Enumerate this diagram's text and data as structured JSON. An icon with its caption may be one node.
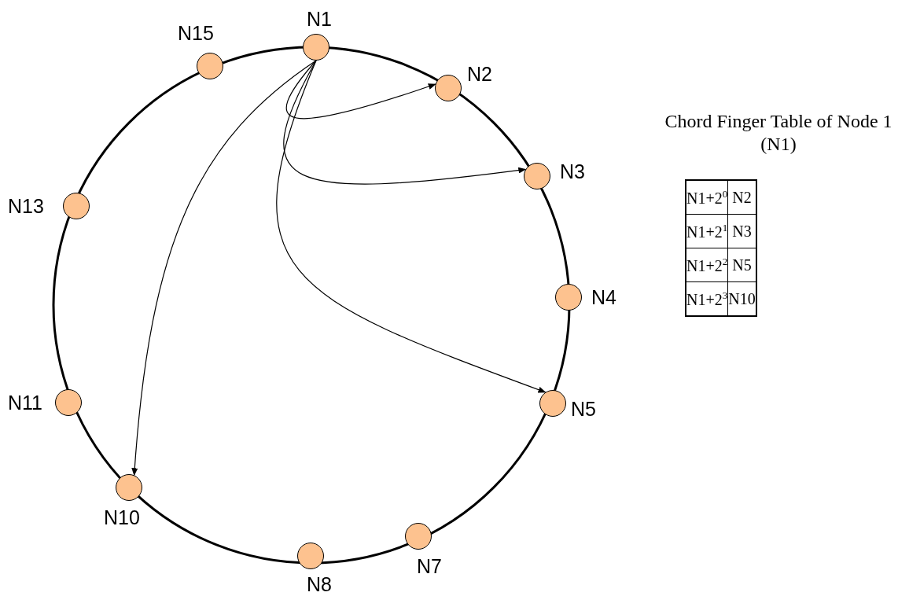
{
  "diagram": {
    "nodes": [
      {
        "text": [],
        "shape": "circle",
        "beside": [
          "N1"
        ]
      },
      {
        "text": [],
        "shape": "circle",
        "beside": [
          "N2"
        ]
      },
      {
        "text": [],
        "shape": "circle",
        "beside": [
          "N3"
        ]
      },
      {
        "text": [],
        "shape": "circle",
        "beside": [
          "N4"
        ]
      },
      {
        "text": [],
        "shape": "circle",
        "beside": [
          "N5"
        ]
      },
      {
        "text": [],
        "shape": "circle",
        "beside": [
          "N7"
        ]
      },
      {
        "text": [],
        "shape": "circle",
        "beside": [
          "N8"
        ]
      },
      {
        "text": [],
        "shape": "circle",
        "beside": [
          "N10"
        ]
      },
      {
        "text": [],
        "shape": "circle",
        "beside": [
          "N11"
        ]
      },
      {
        "text": [],
        "shape": "circle",
        "beside": [
          "N13"
        ]
      },
      {
        "text": [],
        "shape": "circle",
        "beside": [
          "N15"
        ]
      }
    ],
    "edges": [
      {
        "from": 0,
        "to": 1,
        "arrow": "to"
      },
      {
        "from": 0,
        "to": 2,
        "arrow": "to"
      },
      {
        "from": 0,
        "to": 4,
        "arrow": "to"
      },
      {
        "from": 0,
        "to": 7,
        "arrow": "to"
      }
    ],
    "labels": [
      "Chord Finger Table of Node 1 (N1)",
      "N1+2$^{0}$",
      "N2",
      "N1+2$^{1}$",
      "N3",
      "N1+2$^{2}$",
      "N5",
      "N1+2$^{3}$",
      "N10"
    ]
  }
}
